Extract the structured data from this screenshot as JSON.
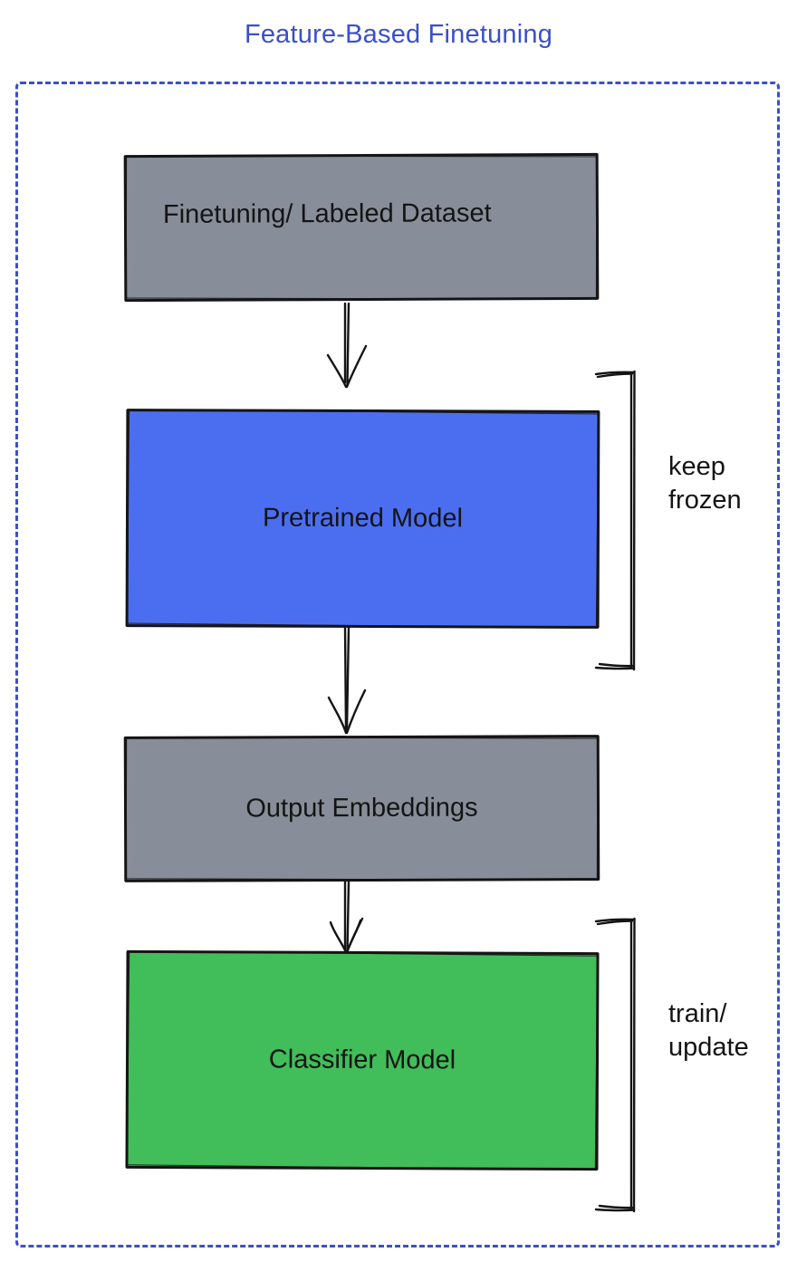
{
  "title": "Feature-Based Finetuning",
  "colors": {
    "title": "#3B50C9",
    "frame": "#3B50C9",
    "gray": "#878E99",
    "blue": "#4B6EF1",
    "green": "#41BD59"
  },
  "boxes": [
    {
      "id": "finetuning-dataset",
      "label": "Finetuning/ Labeled Dataset",
      "fill": "#878E99"
    },
    {
      "id": "pretrained-model",
      "label": "Pretrained Model",
      "fill": "#4B6EF1"
    },
    {
      "id": "output-embeddings",
      "label": "Output Embeddings",
      "fill": "#878E99"
    },
    {
      "id": "classifier-model",
      "label": "Classifier Model",
      "fill": "#41BD59"
    }
  ],
  "annotations": {
    "keep_frozen": {
      "line1": "keep",
      "line2": "frozen"
    },
    "train_update": {
      "line1": "train/",
      "line2": "update"
    }
  }
}
